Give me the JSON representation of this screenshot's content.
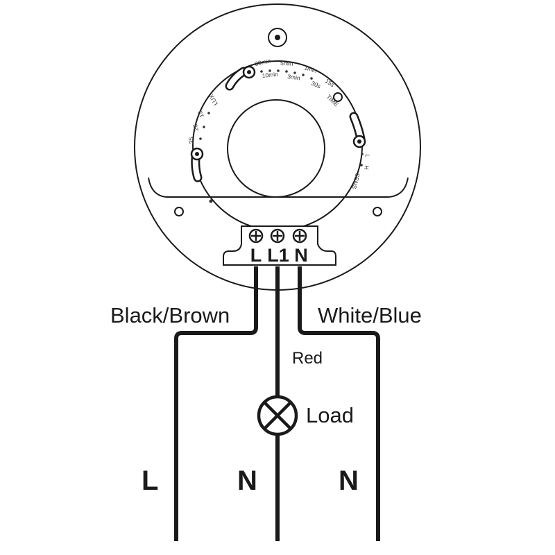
{
  "terminals": {
    "l": "L",
    "l1": "L1",
    "n": "N"
  },
  "wires": {
    "black_brown": "Black/Brown",
    "white_blue": "White/Blue",
    "red": "Red"
  },
  "load_label": "Load",
  "bottom_labels": {
    "left": "L",
    "middle": "N",
    "right": "N"
  },
  "time_scale": {
    "title": "TIME",
    "marks": [
      "30min",
      "10min",
      "5min",
      "3min",
      "1min",
      "30s",
      "15s"
    ]
  },
  "lux_scale": {
    "title": "LUX",
    "marks": [
      "1S",
      "2S",
      "3S"
    ]
  },
  "sens_scale": {
    "title": "SENS",
    "marks": [
      "L",
      "H"
    ]
  }
}
